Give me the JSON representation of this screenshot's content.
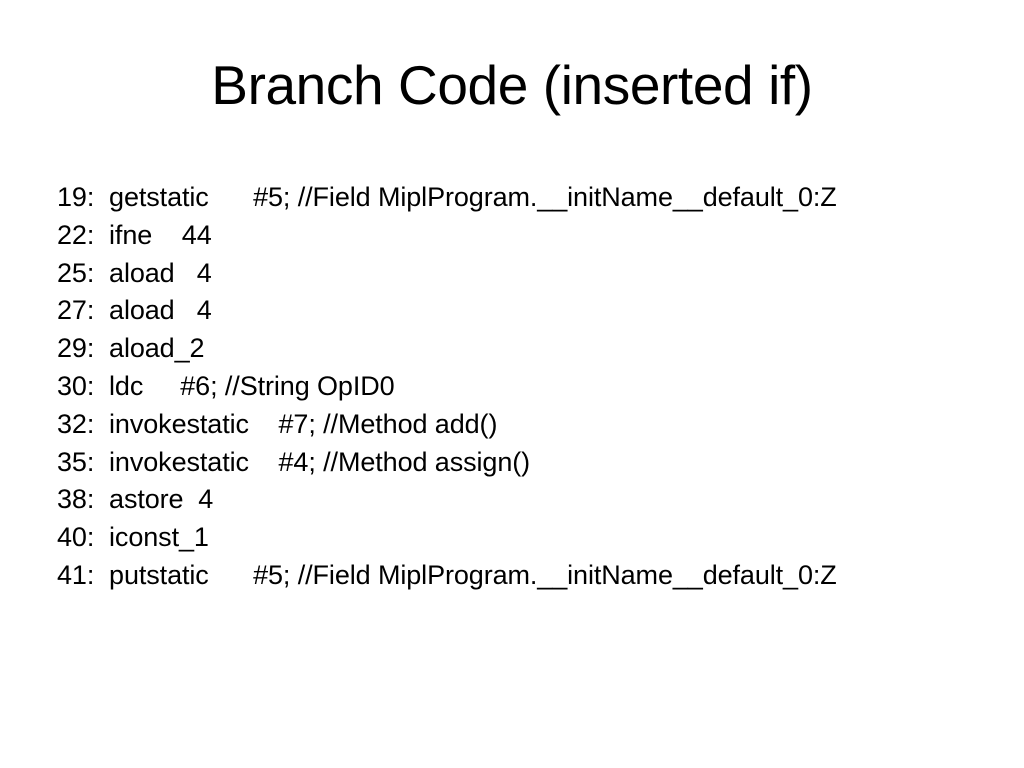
{
  "slide": {
    "title": "Branch Code (inserted if)",
    "background_color": "#ffffff",
    "text_color": "#000000"
  },
  "code_listing": {
    "lines": [
      {
        "offset": "19:",
        "text": "19:  getstatic      #5; //Field MiplProgram.__initName__default_0:Z"
      },
      {
        "offset": "22:",
        "text": "22:  ifne    44"
      },
      {
        "offset": "25:",
        "text": "25:  aload   4"
      },
      {
        "offset": "27:",
        "text": "27:  aload   4"
      },
      {
        "offset": "29:",
        "text": "29:  aload_2"
      },
      {
        "offset": "30:",
        "text": "30:  ldc     #6; //String OpID0"
      },
      {
        "offset": "32:",
        "text": "32:  invokestatic    #7; //Method add()"
      },
      {
        "offset": "35:",
        "text": "35:  invokestatic    #4; //Method assign()"
      },
      {
        "offset": "38:",
        "text": "38:  astore  4"
      },
      {
        "offset": "40:",
        "text": "40:  iconst_1"
      },
      {
        "offset": "41:",
        "text": "41:  putstatic      #5; //Field MiplProgram.__initName__default_0:Z"
      }
    ]
  }
}
